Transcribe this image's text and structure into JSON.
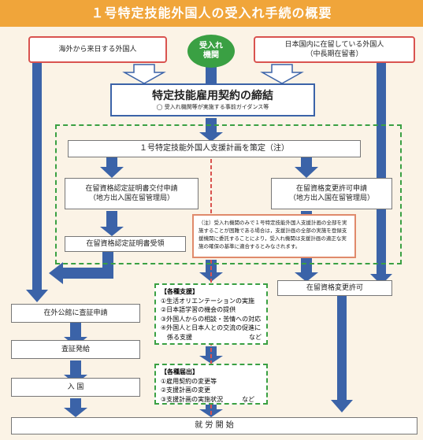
{
  "title": "１号特定技能外国人の受入れ手続の概要",
  "left_top": "海外から来日する外国人",
  "center_pill": [
    "受入れ",
    "機関"
  ],
  "right_top": [
    "日本国内に在留している外国人",
    "（中長期在留者）"
  ],
  "contract": {
    "title": "特定技能雇用契約の締結",
    "sub": "◯ 受入れ機関等が実施する事前ガイダンス等"
  },
  "support_plan": "１号特定技能外国人支援計画を策定（注）",
  "left_apply": [
    "在留資格認定証明書交付申請",
    "（地方出入国在留管理局）"
  ],
  "right_apply": [
    "在留資格変更許可申請",
    "（地方出入国在留管理局）"
  ],
  "note": "（注）受入れ機関のみで１号特定技能外国人支援計画の全部を実施することが困難である場合は，支援計画の全部の実施を登録支援機関に委託することにより，受入れ機関は支援計画の適正な実施の確保の基準に適合するとみなされます。",
  "cert_receive": "在留資格認定証明書受領",
  "support": {
    "head": "【各種支援】",
    "items": [
      "①生活オリエンテーションの実施",
      "②日本語学習の機会の提供",
      "③外国人からの相談・苦情への対応",
      "④外国人と日本人との交流の促進に",
      "　係る支援　　　　　　　　　など"
    ]
  },
  "filing": {
    "head": "【各種届出】",
    "items": [
      "①雇用契約の変更等",
      "②支援計画の変更",
      "③支援計画の実施状況　　　など"
    ]
  },
  "change_permit": "在留資格変更許可",
  "visa_apply": "在外公館に査証申請",
  "visa_issue": "査証発給",
  "entry": "入 国",
  "work_start": "就 労 開 始",
  "colors": {
    "arrow": "#3b63a8",
    "title_bg": "#f0a53a",
    "green": "#3aa043",
    "red": "#d9534f"
  }
}
